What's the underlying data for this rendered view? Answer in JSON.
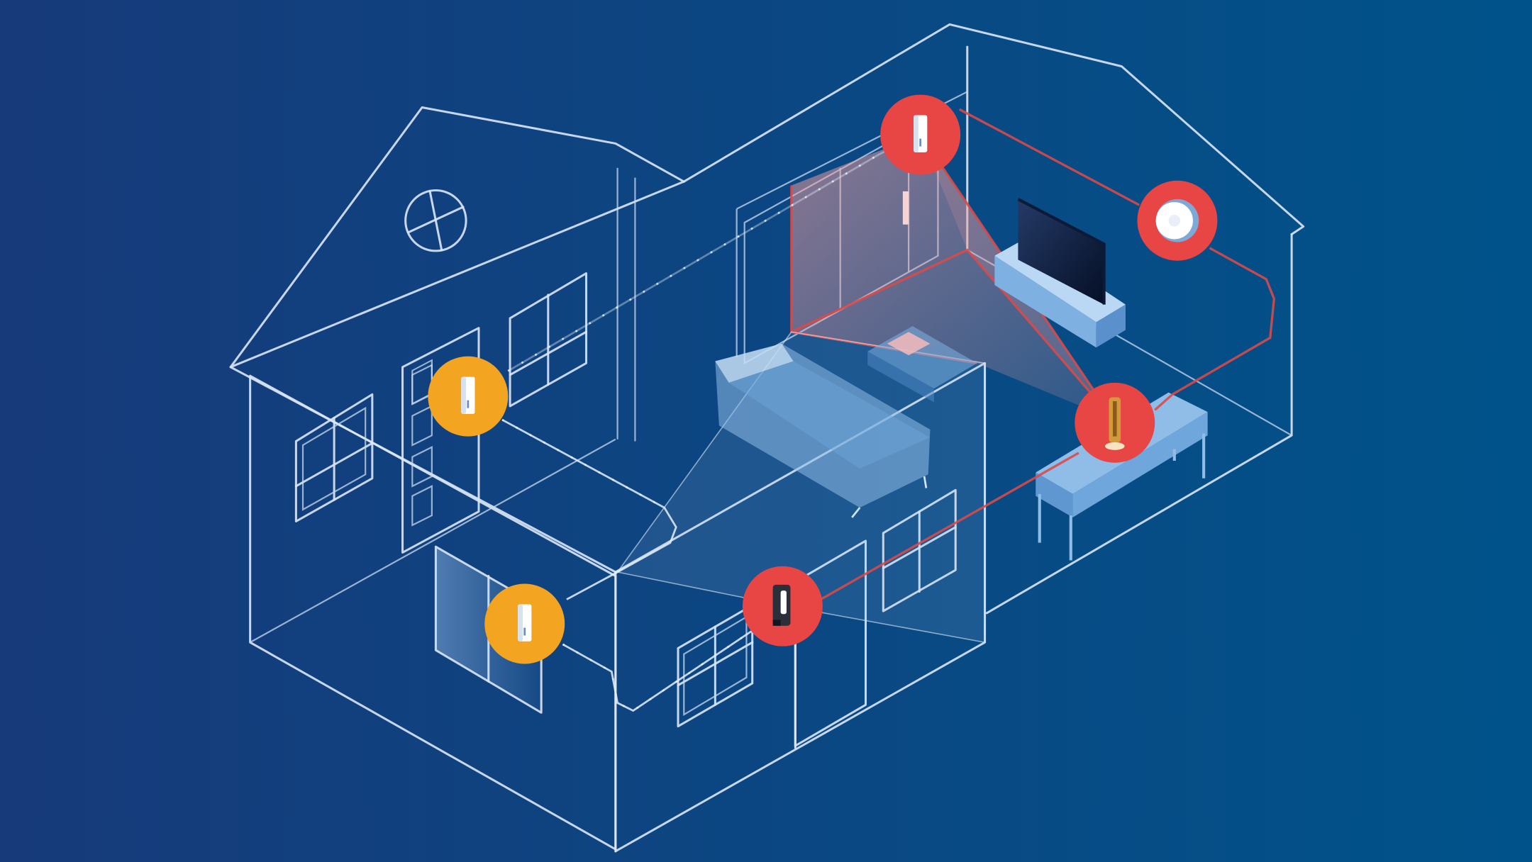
{
  "colors": {
    "background_left": "#173a7a",
    "background_right": "#00538a",
    "line": "#dbe7f7",
    "sensor_red": "#e84545",
    "sensor_orange": "#f3a521",
    "furniture_blue": "#8fbde8",
    "camera_cone": "#f2a0a0",
    "tv_screen": "#08193a"
  },
  "devices": [
    {
      "name": "contact-sensor-front-door",
      "icon": "door-sensor-icon",
      "color": "orange"
    },
    {
      "name": "contact-sensor-window",
      "icon": "door-sensor-icon",
      "color": "orange"
    },
    {
      "name": "contact-sensor-patio-door",
      "icon": "door-sensor-icon",
      "color": "red"
    },
    {
      "name": "smoke-detector",
      "icon": "smoke-detector-icon",
      "color": "red"
    },
    {
      "name": "indoor-camera",
      "icon": "indoor-camera-icon",
      "color": "red"
    },
    {
      "name": "outdoor-camera",
      "icon": "outdoor-camera-icon",
      "color": "red"
    }
  ]
}
